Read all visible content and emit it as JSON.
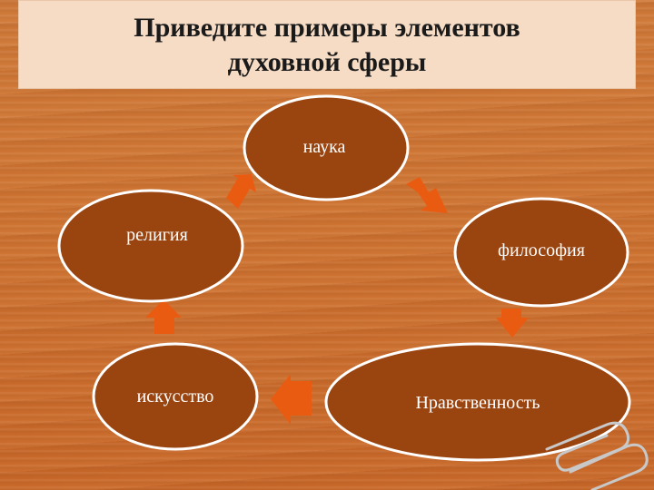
{
  "title": {
    "line1": "Приведите примеры элементов",
    "line2": "духовной сферы"
  },
  "diagram": {
    "nodes": [
      {
        "id": "science",
        "label": "наука"
      },
      {
        "id": "philosophy",
        "label": "философия"
      },
      {
        "id": "morality",
        "label": "Нравственность"
      },
      {
        "id": "art",
        "label": "искусство"
      },
      {
        "id": "religion",
        "label": "религия"
      }
    ],
    "colors": {
      "node_fill": "#9a4410",
      "node_stroke": "#ffffff",
      "arrow": "#ea5b12",
      "title_bg": "#f6dcc4",
      "background": "#cf7533"
    }
  }
}
